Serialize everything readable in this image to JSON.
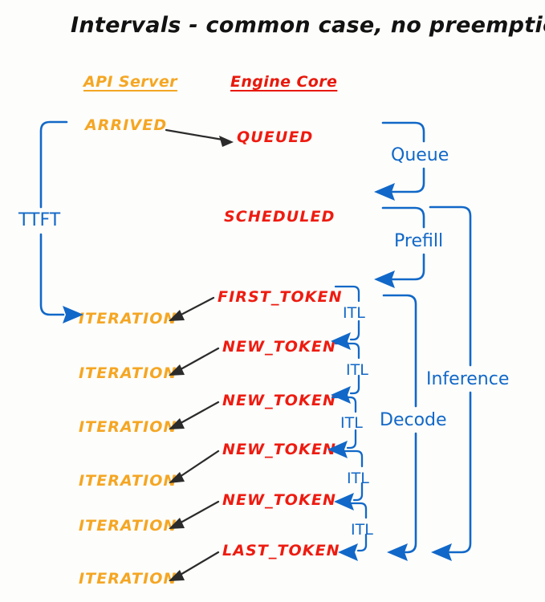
{
  "title": "Intervals - common case, no preemptions",
  "background_color": "#fdfdfb",
  "colors": {
    "api_server": "#F5A623",
    "engine_core": "#EE1B10",
    "interval_blue": "#1168C8",
    "arrow_black": "#2b2b2b",
    "title_black": "#121212"
  },
  "columns": [
    {
      "label": "API Server",
      "color": "#F5A623"
    },
    {
      "label": "Engine Core",
      "color": "#E8180C"
    }
  ],
  "api_states": [
    {
      "label": "ARRIVED"
    },
    {
      "label": "ITERATION"
    },
    {
      "label": "ITERATION"
    },
    {
      "label": "ITERATION"
    },
    {
      "label": "ITERATION"
    },
    {
      "label": "ITERATION"
    },
    {
      "label": "ITERATION"
    }
  ],
  "engine_states": [
    {
      "label": "QUEUED"
    },
    {
      "label": "SCHEDULED"
    },
    {
      "label": "FIRST_TOKEN"
    },
    {
      "label": "NEW_TOKEN"
    },
    {
      "label": "NEW_TOKEN"
    },
    {
      "label": "NEW_TOKEN"
    },
    {
      "label": "NEW_TOKEN"
    },
    {
      "label": "LAST_TOKEN"
    }
  ],
  "intervals": {
    "ttft": "TTFT",
    "queue": "Queue",
    "prefill": "Prefill",
    "decode": "Decode",
    "inference": "Inference",
    "itl": "ITL",
    "itl_count": 5
  }
}
